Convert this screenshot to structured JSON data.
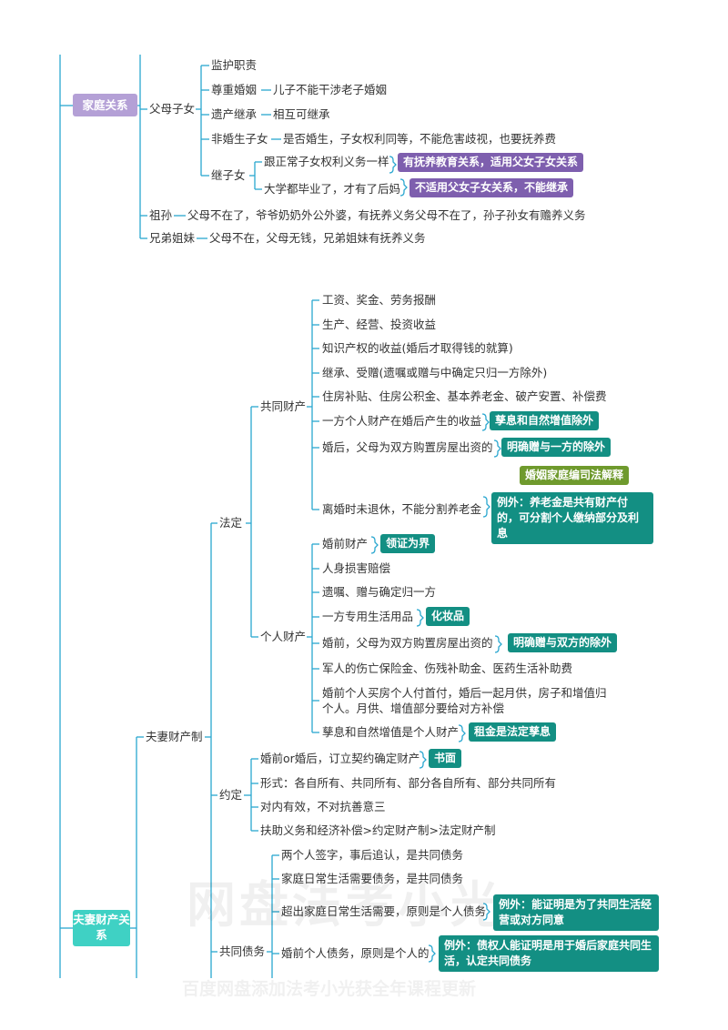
{
  "colors": {
    "line": "#2aa7d0",
    "purple": "#7e5fae",
    "teal": "#138f83",
    "green": "#6f9a2d",
    "root1": "#b4a0d6",
    "root2": "#3fd1c4"
  },
  "watermark": {
    "big": "网盘法考小光",
    "line": "百度网盘添加法考小光获全年课程更新"
  },
  "family": {
    "root": "家庭关系",
    "parent_child": "父母子女",
    "items": {
      "jianhu": "监护职责",
      "zunzhong": "尊重婚姻",
      "zunzhong_d": "儿子不能干涉老子婚姻",
      "yichan": "遗产继承",
      "yichan_d": "相互可继承",
      "feihun": "非婚生子女",
      "feihun_d": "是否婚生，子女权利同等，不能危害歧视，也要抚养费",
      "jizinv": "继子女",
      "jizinv_1": "跟正常子女权利义务一样",
      "jizinv_1_b": "有抚养教育关系，适用父女子女关系",
      "jizinv_2": "大学都毕业了，才有了后妈",
      "jizinv_2_b": "不适用父女子女关系，不能继承"
    },
    "zusun": "祖孙",
    "zusun_d": "父母不在了，爷爷奶奶外公外婆，有抚养义务父母不在了，孙子孙女有赡养义务",
    "xiongdi": "兄弟姐妹",
    "xiongdi_d": "父母不在，父母无钱，兄弟姐妹有抚养义务"
  },
  "marriage": {
    "root": "夫妻财产关系",
    "system": "夫妻财产制",
    "fading": "法定",
    "gongtong": "共同财产",
    "gongtong_items": {
      "g1": "工资、奖金、劳务报酬",
      "g2": "生产、经营、投资收益",
      "g3": "知识产权的收益(婚后才取得钱的就算)",
      "g4": "继承、受赠(遗嘱或赠与中确定只归一方除外)",
      "g5": "住房补贴、住房公积金、基本养老金、破产安置、补偿费",
      "g6": "一方个人财产在婚后产生的收益",
      "g6_b": "孳息和自然增值除外",
      "g7": "婚后，父母为双方购置房屋出资的",
      "g7_b": "明确赠与一方的除外",
      "g8_tag": "婚姻家庭编司法解释",
      "g8": "离婚时未退休，不能分割养老金",
      "g8_b": "例外：养老金是共有财产付的，可分割个人缴纳部分及利息"
    },
    "geren": "个人财产",
    "geren_items": {
      "p1": "婚前财产",
      "p1_b": "领证为界",
      "p2": "人身损害赔偿",
      "p3": "遗嘱、赠与确定归一方",
      "p4": "一方专用生活用品",
      "p4_b": "化妆品",
      "p5": "婚前，父母为双方购置房屋出资的",
      "p5_b": "明确赠与双方的除外",
      "p6": "军人的伤亡保险金、伤残补助金、医药生活补助费",
      "p7": "婚前个人买房个人付首付，婚后一起月供，房子和增值归个人。月供、增值部分要给对方补偿",
      "p8": "孳息和自然增值是个人财产",
      "p8_b": "租金是法定孳息"
    },
    "yueding": "约定",
    "yueding_items": {
      "y1": "婚前or婚后，订立契约确定财产",
      "y1_b": "书面",
      "y2": "形式：各自所有、共同所有、部分各自所有、部分共同所有",
      "y3": "对内有效，不对抗善意三",
      "y4": "扶助义务和经济补偿>约定财产制>法定财产制"
    },
    "zhaiwu": "共同债务",
    "zhaiwu_items": {
      "z1": "两个人签字，事后追认，是共同债务",
      "z2": "家庭日常生活需要债务，是共同债务",
      "z3": "超出家庭日常生活需要，原则是个人债务",
      "z3_b": "例外：能证明是为了共同生活经营或对方同意",
      "z4": "婚前个人债务，原则是个人的",
      "z4_b": "例外：债权人能证明是用于婚后家庭共同生活，认定共同债务"
    }
  }
}
